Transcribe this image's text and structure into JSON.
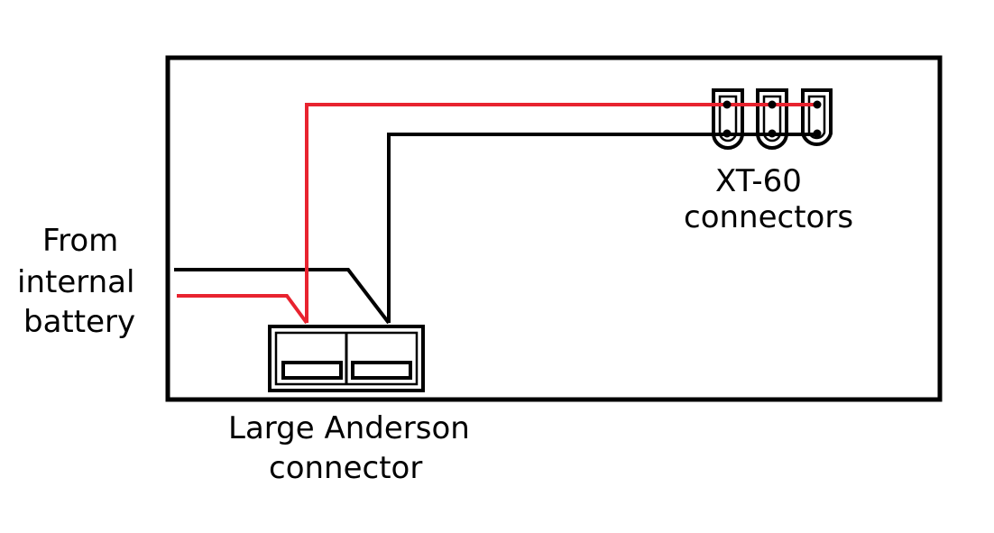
{
  "labels": {
    "battery": [
      "From",
      "internal",
      "battery"
    ],
    "xt60": [
      "XT-60",
      "connectors"
    ],
    "anderson": [
      "Large Anderson",
      "connector"
    ]
  },
  "colors": {
    "positive_wire": "#e8232f",
    "negative_wire": "#000000",
    "outline": "#000000",
    "background": "#ffffff"
  }
}
